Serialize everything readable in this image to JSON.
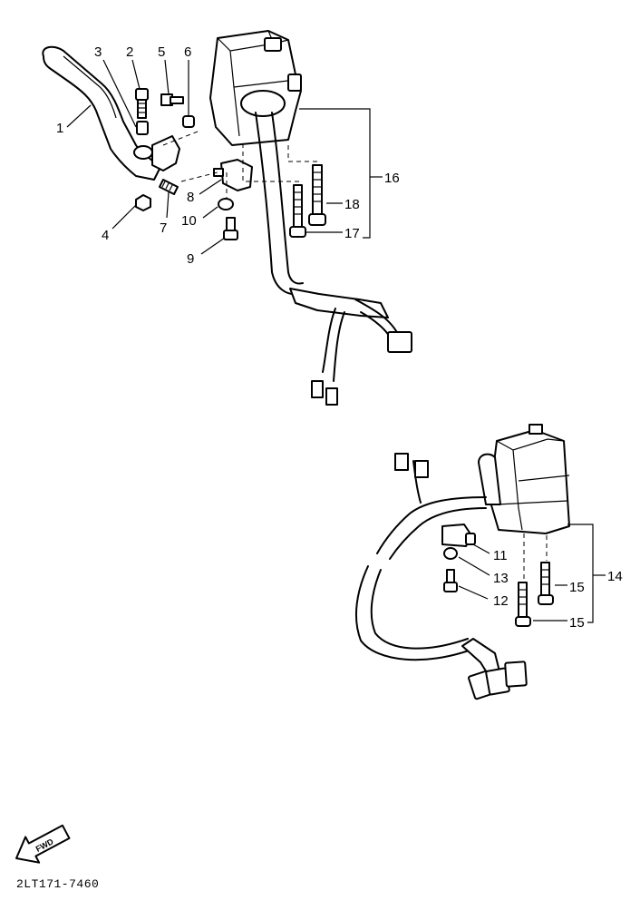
{
  "diagram": {
    "parts": {
      "p1": "1",
      "p2": "2",
      "p3": "3",
      "p4": "4",
      "p5": "5",
      "p6": "6",
      "p7": "7",
      "p8": "8",
      "p9": "9",
      "p10": "10",
      "p11": "11",
      "p12": "12",
      "p13": "13",
      "p14": "14",
      "p15a": "15",
      "p15b": "15",
      "p16": "16",
      "p17": "17",
      "p18": "18"
    },
    "arrow_text": "FWD",
    "catalog_code": "2LT171-7460"
  }
}
